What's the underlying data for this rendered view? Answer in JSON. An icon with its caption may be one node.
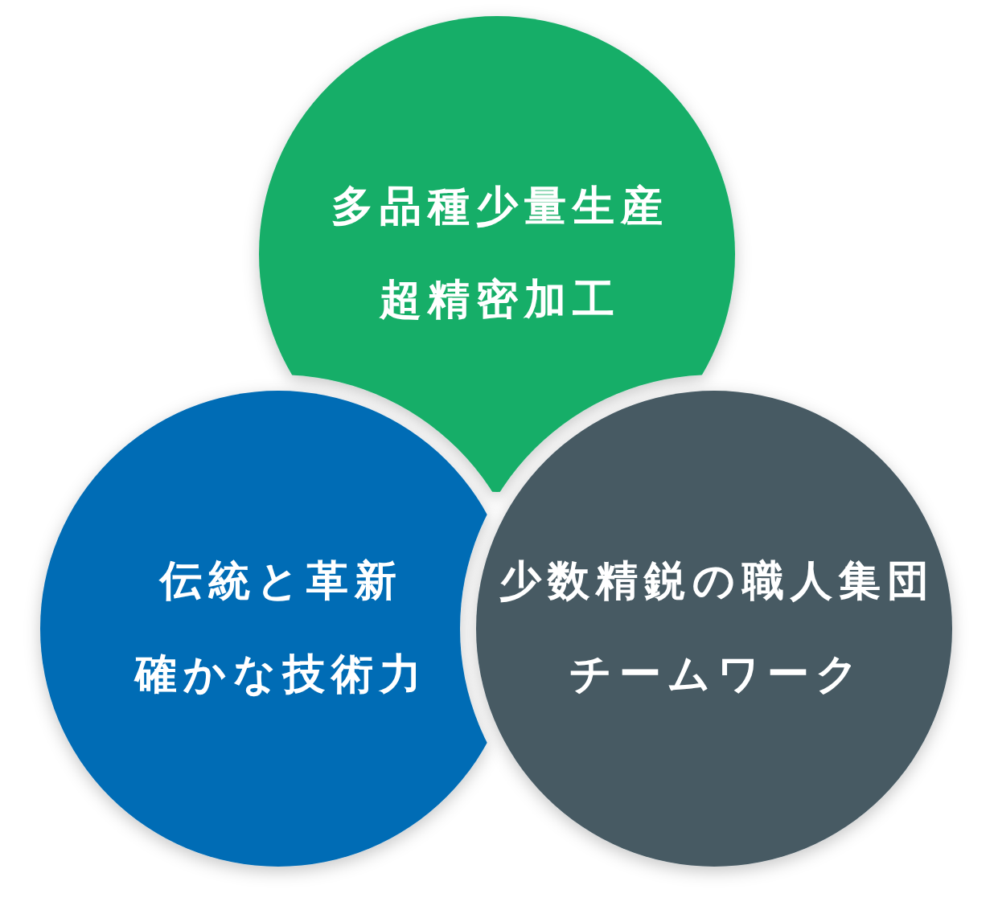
{
  "diagram": {
    "nodes": [
      {
        "text": [
          "多品種少量生産",
          "超精密加工"
        ]
      },
      {
        "text": [
          "伝統と革新",
          "確かな技術力"
        ]
      },
      {
        "text": [
          "少数精鋭の職人集団",
          "チームワーク"
        ]
      }
    ]
  }
}
